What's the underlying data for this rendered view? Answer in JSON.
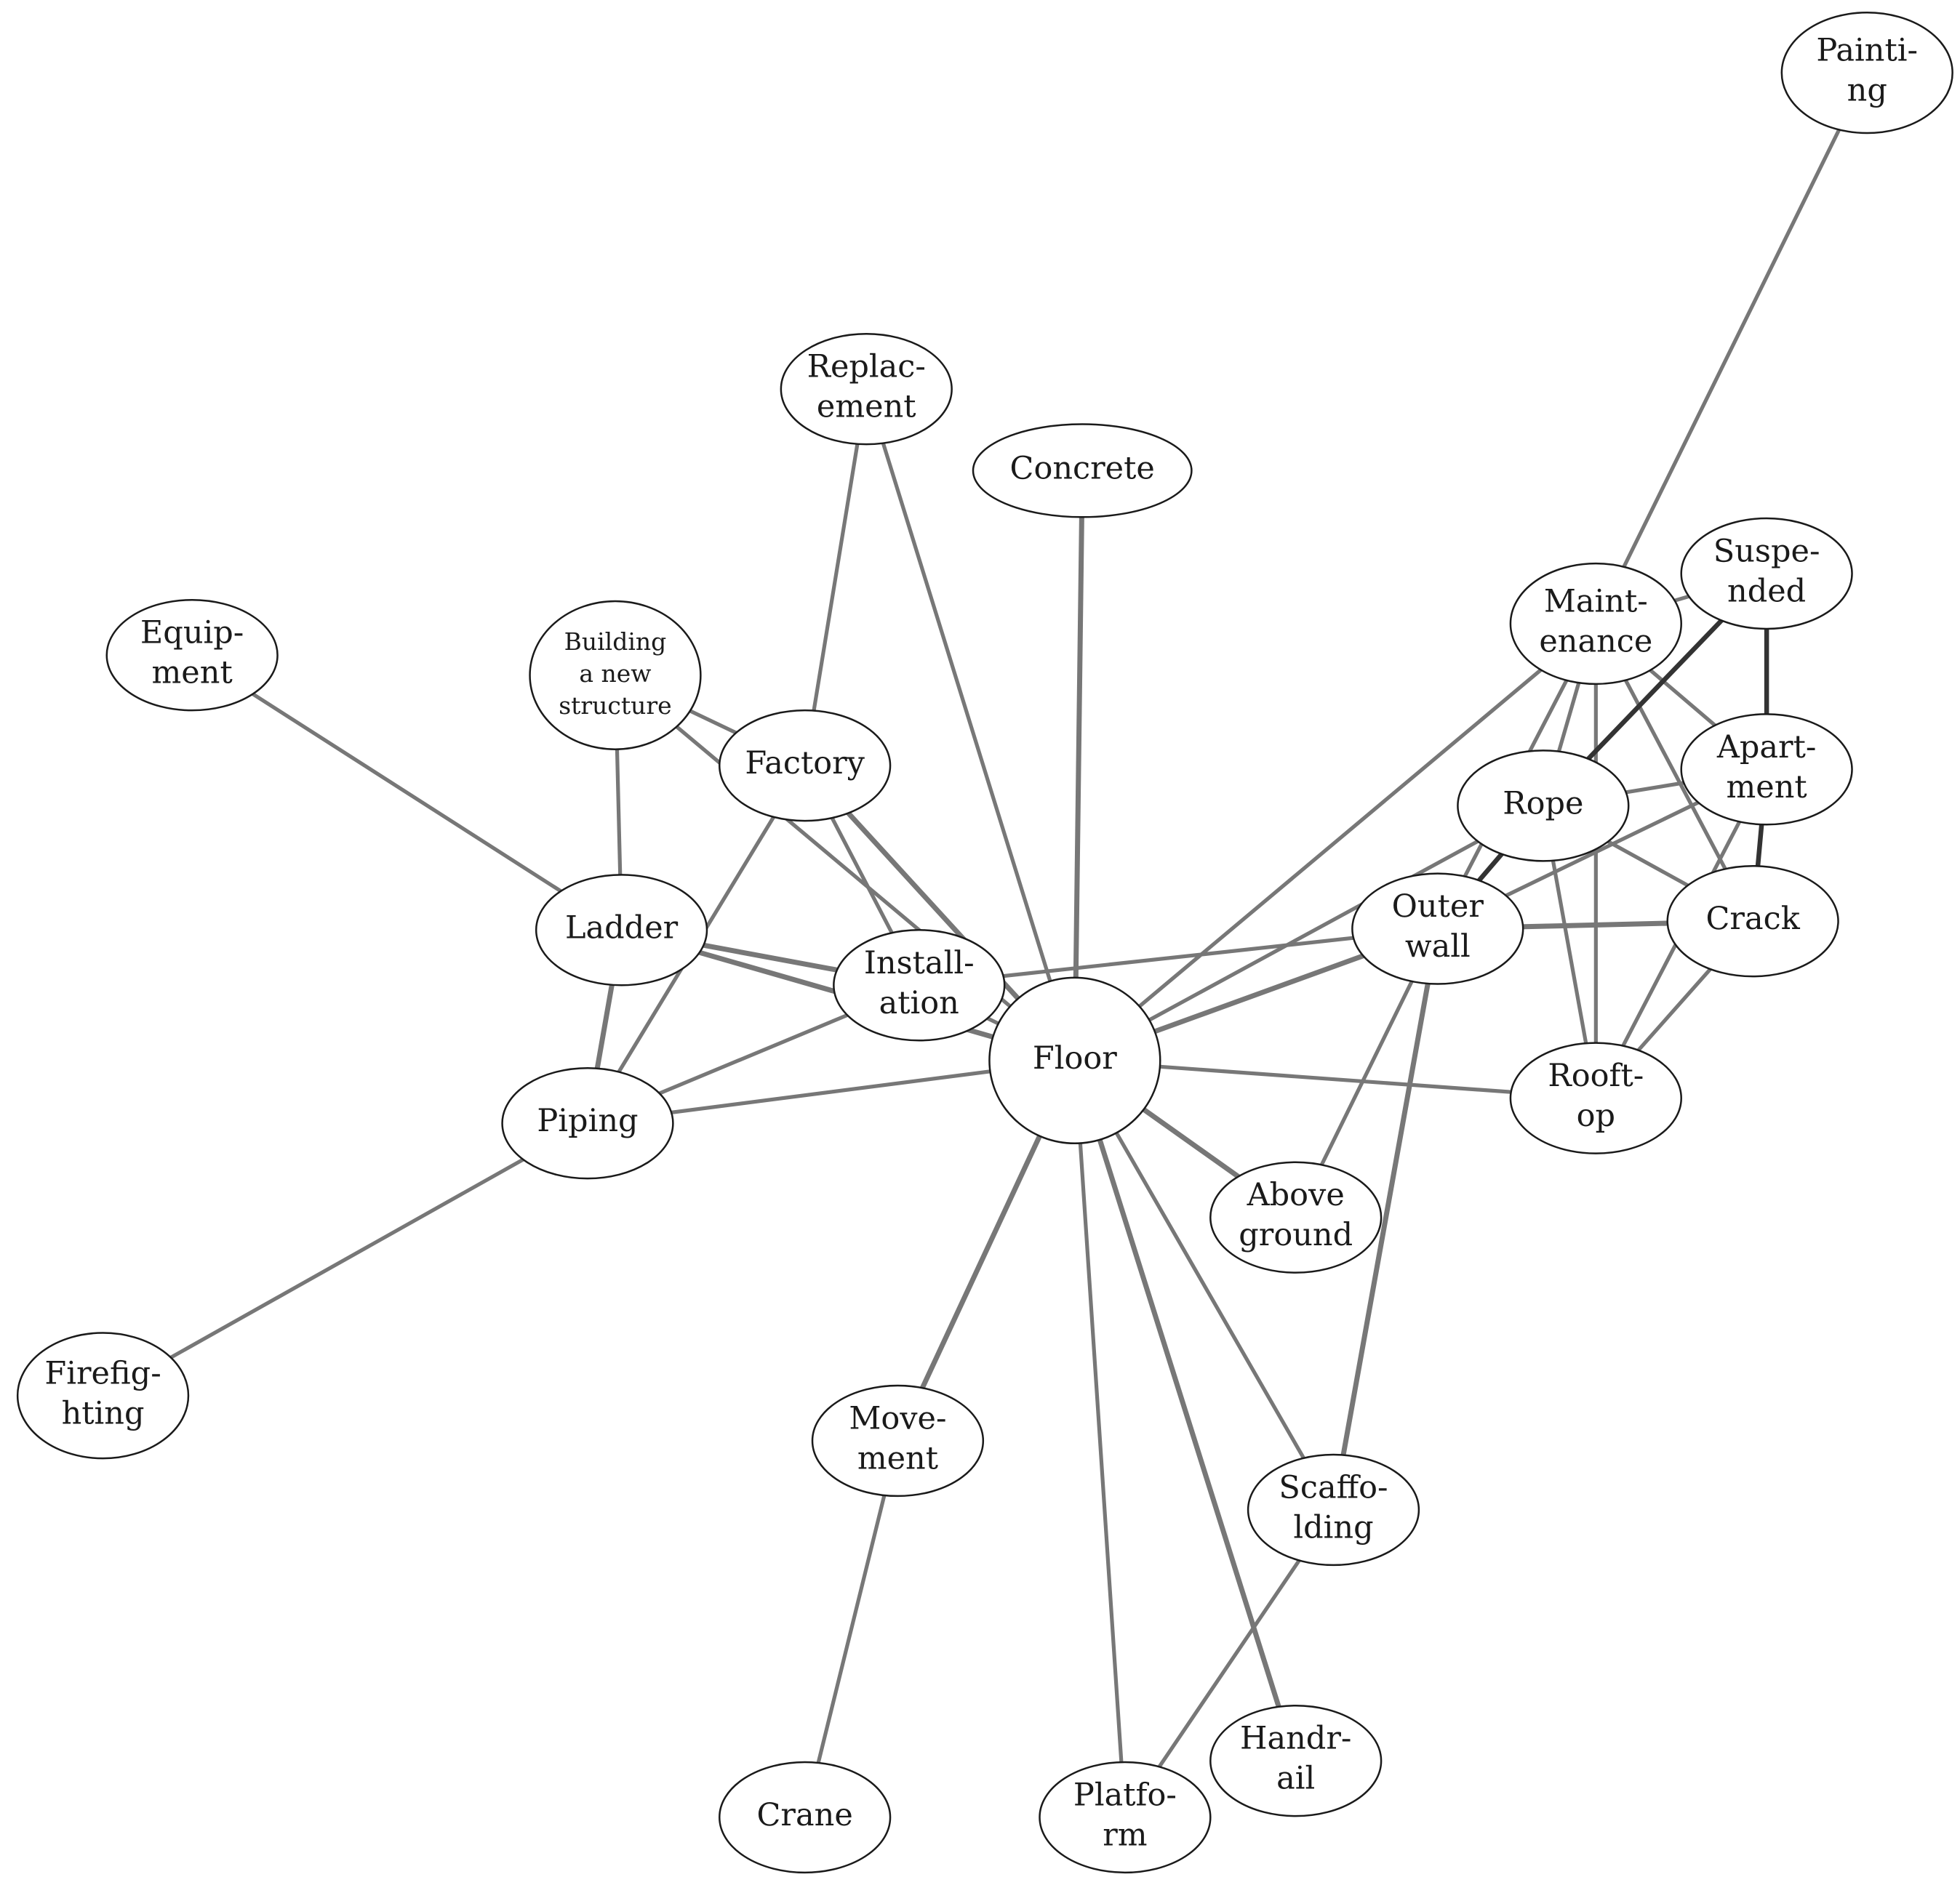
{
  "nodes": [
    {
      "id": "painting",
      "lines": [
        "Painti-",
        "ng"
      ]
    },
    {
      "id": "replacement",
      "lines": [
        "Replac-",
        "ement"
      ]
    },
    {
      "id": "concrete",
      "lines": [
        "Concrete"
      ]
    },
    {
      "id": "equipment",
      "lines": [
        "Equip-",
        "ment"
      ]
    },
    {
      "id": "building",
      "lines": [
        "Building",
        "a new",
        "structure"
      ]
    },
    {
      "id": "factory",
      "lines": [
        "Factory"
      ]
    },
    {
      "id": "maintenance",
      "lines": [
        "Maint-",
        "enance"
      ]
    },
    {
      "id": "suspended",
      "lines": [
        "Suspe-",
        "nded"
      ]
    },
    {
      "id": "apartment",
      "lines": [
        "Apart-",
        "ment"
      ]
    },
    {
      "id": "rope",
      "lines": [
        "Rope"
      ]
    },
    {
      "id": "ladder",
      "lines": [
        "Ladder"
      ]
    },
    {
      "id": "outerwall",
      "lines": [
        "Outer",
        "wall"
      ]
    },
    {
      "id": "crack",
      "lines": [
        "Crack"
      ]
    },
    {
      "id": "installation",
      "lines": [
        "Install-",
        "ation"
      ]
    },
    {
      "id": "floor",
      "lines": [
        "Floor"
      ]
    },
    {
      "id": "rooftop",
      "lines": [
        "Rooft-",
        "op"
      ]
    },
    {
      "id": "piping",
      "lines": [
        "Piping"
      ]
    },
    {
      "id": "aboveground",
      "lines": [
        "Above",
        "ground"
      ]
    },
    {
      "id": "firefighting",
      "lines": [
        "Firefig-",
        "hting"
      ]
    },
    {
      "id": "movement",
      "lines": [
        "Move-",
        "ment"
      ]
    },
    {
      "id": "scaffolding",
      "lines": [
        "Scaffo-",
        "lding"
      ]
    },
    {
      "id": "handrail",
      "lines": [
        "Handr-",
        "ail"
      ]
    },
    {
      "id": "crane",
      "lines": [
        "Crane"
      ]
    },
    {
      "id": "platform",
      "lines": [
        "Platfo-",
        "rm"
      ]
    }
  ],
  "edges": [
    {
      "from": "painting",
      "to": "maintenance",
      "weight": 2
    },
    {
      "from": "replacement",
      "to": "factory",
      "weight": 2
    },
    {
      "from": "replacement",
      "to": "floor",
      "weight": 2
    },
    {
      "from": "concrete",
      "to": "floor",
      "weight": 3
    },
    {
      "from": "equipment",
      "to": "ladder",
      "weight": 2
    },
    {
      "from": "building",
      "to": "factory",
      "weight": 2
    },
    {
      "from": "building",
      "to": "ladder",
      "weight": 2
    },
    {
      "from": "building",
      "to": "floor",
      "weight": 2
    },
    {
      "from": "factory",
      "to": "floor",
      "weight": 3
    },
    {
      "from": "factory",
      "to": "installation",
      "weight": 2
    },
    {
      "from": "factory",
      "to": "piping",
      "weight": 2
    },
    {
      "from": "ladder",
      "to": "installation",
      "weight": 3
    },
    {
      "from": "ladder",
      "to": "floor",
      "weight": 3
    },
    {
      "from": "ladder",
      "to": "piping",
      "weight": 3
    },
    {
      "from": "installation",
      "to": "floor",
      "weight": 2
    },
    {
      "from": "installation",
      "to": "piping",
      "weight": 2
    },
    {
      "from": "installation",
      "to": "outerwall",
      "weight": 2
    },
    {
      "from": "piping",
      "to": "floor",
      "weight": 2
    },
    {
      "from": "piping",
      "to": "firefighting",
      "weight": 2
    },
    {
      "from": "floor",
      "to": "maintenance",
      "weight": 2
    },
    {
      "from": "floor",
      "to": "outerwall",
      "weight": 3
    },
    {
      "from": "floor",
      "to": "rope",
      "weight": 2
    },
    {
      "from": "floor",
      "to": "rooftop",
      "weight": 2
    },
    {
      "from": "floor",
      "to": "aboveground",
      "weight": 3
    },
    {
      "from": "floor",
      "to": "movement",
      "weight": 3
    },
    {
      "from": "floor",
      "to": "scaffolding",
      "weight": 2
    },
    {
      "from": "floor",
      "to": "handrail",
      "weight": 3
    },
    {
      "from": "floor",
      "to": "platform",
      "weight": 2
    },
    {
      "from": "maintenance",
      "to": "suspended",
      "weight": 2
    },
    {
      "from": "maintenance",
      "to": "apartment",
      "weight": 2
    },
    {
      "from": "maintenance",
      "to": "rope",
      "weight": 2
    },
    {
      "from": "maintenance",
      "to": "outerwall",
      "weight": 2
    },
    {
      "from": "maintenance",
      "to": "crack",
      "weight": 2
    },
    {
      "from": "maintenance",
      "to": "rooftop",
      "weight": 2
    },
    {
      "from": "suspended",
      "to": "rope",
      "weight": 4
    },
    {
      "from": "suspended",
      "to": "apartment",
      "weight": 4
    },
    {
      "from": "apartment",
      "to": "rope",
      "weight": 2
    },
    {
      "from": "apartment",
      "to": "outerwall",
      "weight": 2
    },
    {
      "from": "apartment",
      "to": "crack",
      "weight": 4
    },
    {
      "from": "apartment",
      "to": "rooftop",
      "weight": 2
    },
    {
      "from": "rope",
      "to": "outerwall",
      "weight": 4
    },
    {
      "from": "rope",
      "to": "crack",
      "weight": 2
    },
    {
      "from": "rope",
      "to": "rooftop",
      "weight": 2
    },
    {
      "from": "outerwall",
      "to": "crack",
      "weight": 3
    },
    {
      "from": "outerwall",
      "to": "aboveground",
      "weight": 2
    },
    {
      "from": "outerwall",
      "to": "scaffolding",
      "weight": 3
    },
    {
      "from": "crack",
      "to": "rooftop",
      "weight": 2
    },
    {
      "from": "movement",
      "to": "crane",
      "weight": 2
    },
    {
      "from": "scaffolding",
      "to": "platform",
      "weight": 2
    }
  ]
}
